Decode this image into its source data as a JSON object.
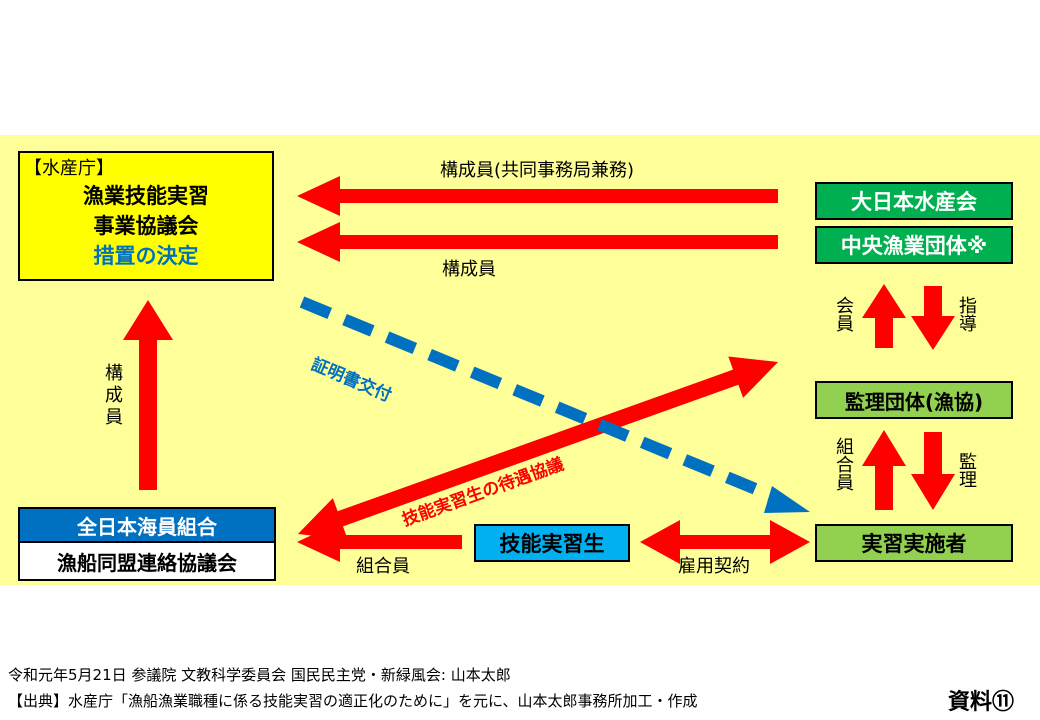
{
  "colors": {
    "panel": "#ffff99",
    "arrow": "#ff0000",
    "dashed": "#0070c0",
    "green_box": "#00b050",
    "green_light": "#92d050",
    "blue_box": "#0070c0",
    "sky_box": "#00b0f0",
    "yellow_box": "#ffff00"
  },
  "council": {
    "tag": "【水産庁】",
    "line1": "漁業技能実習",
    "line2": "事業協議会",
    "line3": "措置の決定"
  },
  "dainihon": "大日本水産会",
  "chuo": "中央漁業団体※",
  "kanri": "監理団体(漁協)",
  "jisshu": "実習実施者",
  "gino_trainee": "技能実習生",
  "zennihon": "全日本海員組合",
  "gyosen": "漁船同盟連絡協議会",
  "labels": {
    "member_joint": "構成員(共同事務局兼務)",
    "member": "構成員",
    "member_vertical": "構成員",
    "certificate": "証明書交付",
    "treatment": "技能実習生の待遇協議",
    "union_member": "組合員",
    "employment": "雇用契約",
    "kaiin": "会員",
    "shido": "指導",
    "kumiaiin": "組合員",
    "kanri_v": "監理"
  },
  "footer": {
    "line1": "令和元年5月21日 参議院 文教科学委員会 国民民主党・新緑風会: 山本太郎",
    "line2": "【出典】水産庁「漁船漁業職種に係る技能実習の適正化のために」を元に、山本太郎事務所加工・作成",
    "ref": "資料⑪"
  }
}
